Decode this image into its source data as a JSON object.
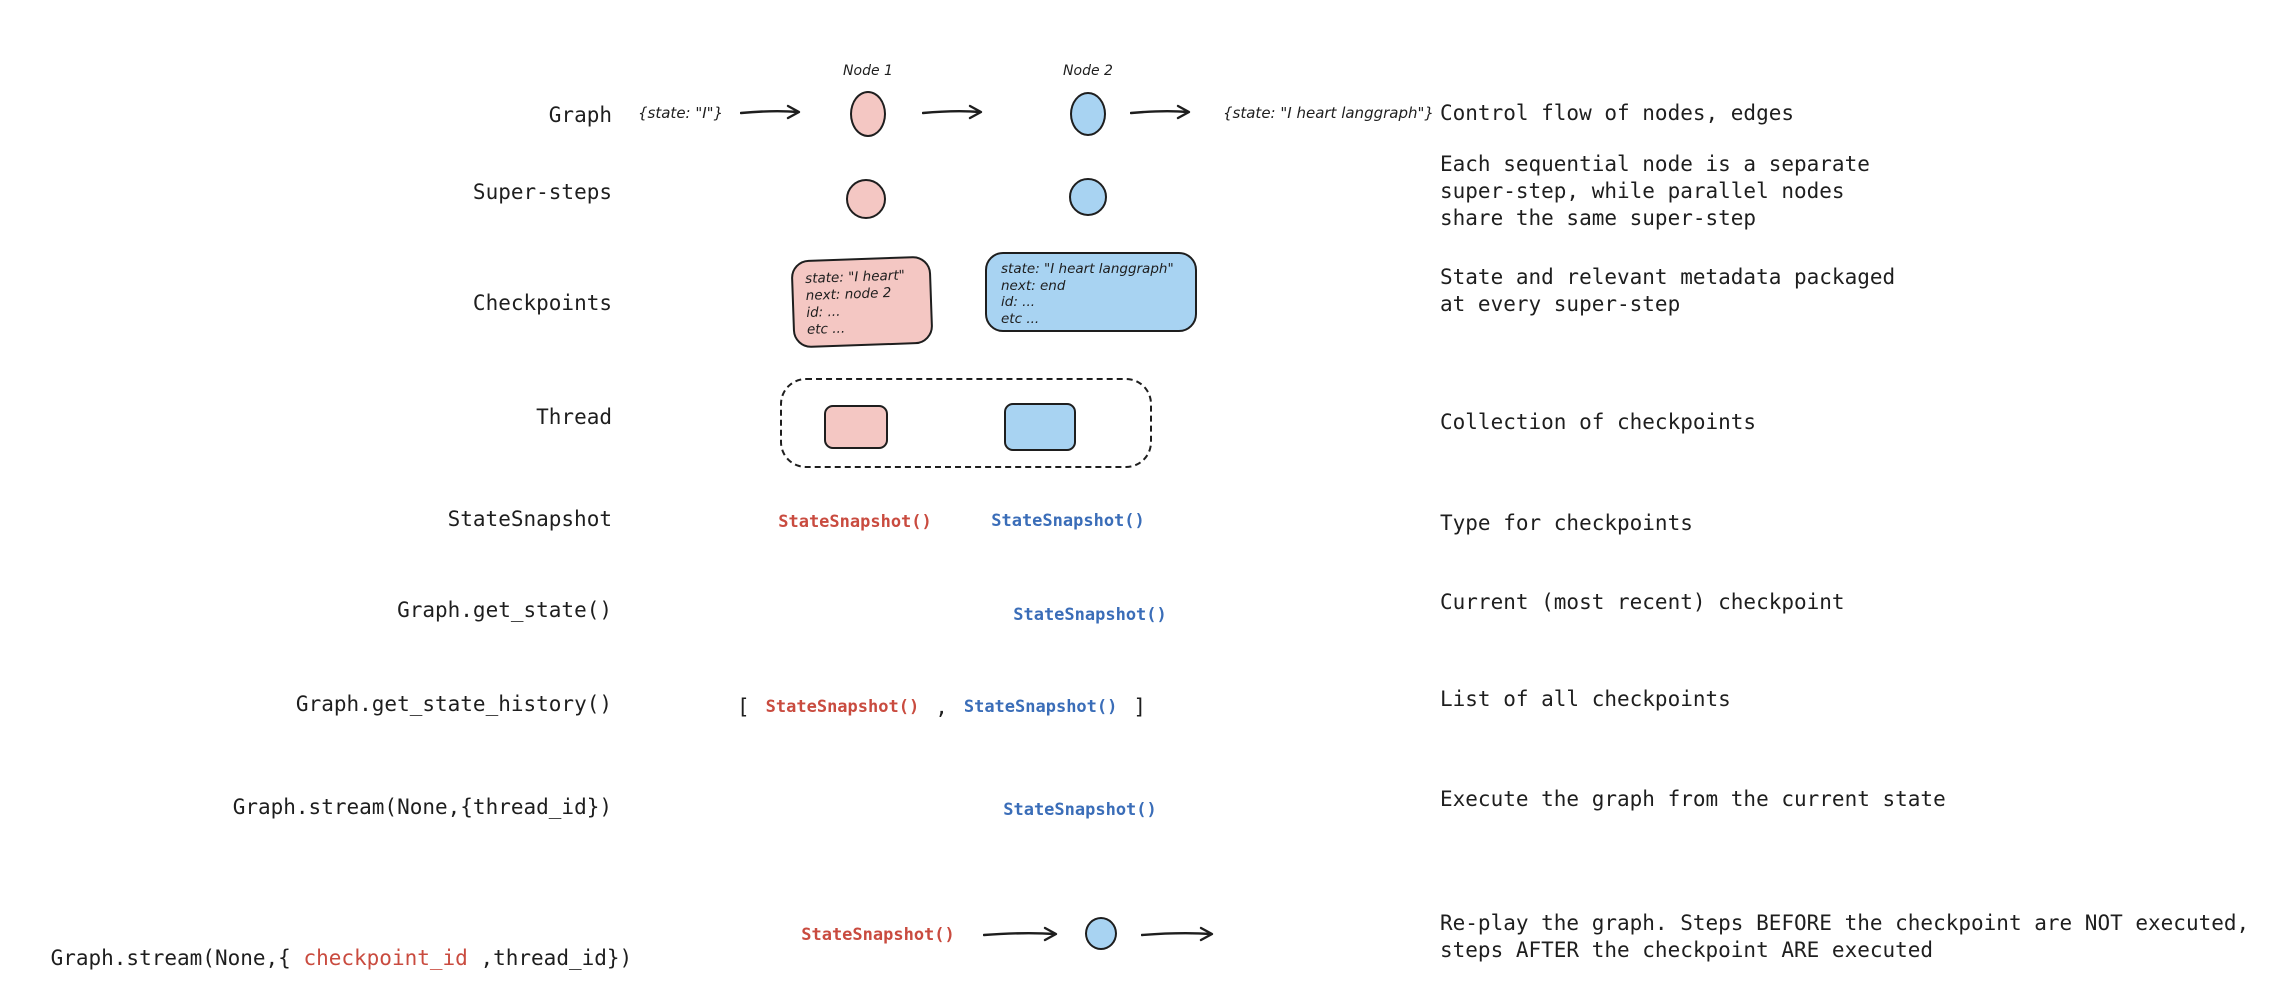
{
  "colors": {
    "ink": "#1e1e1e",
    "node_pink": "#f4c7c3",
    "node_blue": "#a8d3f2",
    "code_red": "#c94b3f",
    "code_blue": "#3a6db8"
  },
  "rows": {
    "graph": {
      "label": "Graph",
      "input_state": "{state: \"I\"}",
      "node1_label": "Node 1",
      "node2_label": "Node 2",
      "output_state": "{state: \"I heart langgraph\"}",
      "desc": "Control flow of nodes, edges"
    },
    "super_steps": {
      "label": "Super-steps",
      "desc": "Each sequential node is a separate\nsuper-step, while parallel nodes\nshare the same super-step"
    },
    "checkpoints": {
      "label": "Checkpoints",
      "pink_box": "state: \"I heart\"\nnext: node 2\nid: ...\netc ...",
      "blue_box": "state: \"I heart langgraph\"\nnext: end\nid: ...\netc ...",
      "desc": "State and relevant metadata packaged\nat every super-step"
    },
    "thread": {
      "label": "Thread",
      "desc": "Collection of checkpoints"
    },
    "state_snapshot": {
      "label": "StateSnapshot",
      "red_item": "StateSnapshot()",
      "blue_item": "StateSnapshot()",
      "desc": "Type for checkpoints"
    },
    "get_state": {
      "label": "Graph.get_state()",
      "blue_item": "StateSnapshot()",
      "desc": "Current (most recent) checkpoint"
    },
    "get_state_history": {
      "label": "Graph.get_state_history()",
      "bracket_open": "[",
      "red_item": "StateSnapshot()",
      "comma": ",",
      "blue_item": "StateSnapshot()",
      "bracket_close": "]",
      "desc": "List of all checkpoints"
    },
    "stream_thread": {
      "label": "Graph.stream(None,{thread_id})",
      "blue_item": "StateSnapshot()",
      "desc": "Execute the graph from the current state"
    },
    "stream_checkpoint": {
      "label_pre": "Graph.stream(None,{ ",
      "label_red": "checkpoint_id",
      "label_post": " ,thread_id})",
      "red_item": "StateSnapshot()",
      "desc": "Re-play the graph. Steps BEFORE the checkpoint are NOT executed,\nsteps AFTER the checkpoint ARE executed"
    }
  }
}
